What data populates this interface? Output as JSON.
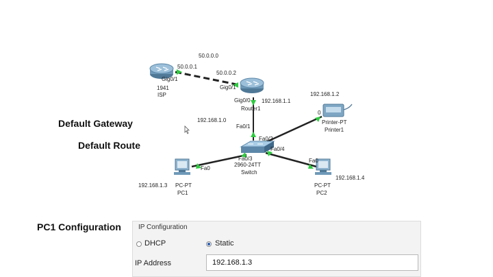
{
  "labels": {
    "net_isp": "50.0.0.0",
    "isp_ip": "50.0.0.1",
    "router_ip": "50.0.0.2",
    "isp_port": "Gig0/1",
    "isp_model": "1941",
    "isp_name": "ISP",
    "router_port_wan": "Gig0/1",
    "router_port_lan": "Gig0/0",
    "router_name": "Router1",
    "router_lan_ip": "192.168.1.1",
    "lan_net": "192.168.1.0",
    "switch_fa01": "Fa0/1",
    "switch_fa02": "Fa0/2",
    "switch_fa03": "Fa0/3",
    "switch_fa04": "Fa0/4",
    "switch_model": "2960-24TT",
    "switch_name": "Switch",
    "printer_ip": "192.168.1.2",
    "printer_port": "0",
    "printer_type": "Printer-PT",
    "printer_name": "Printer1",
    "pc1_port": "Fa0",
    "pc1_ip": "192.168.1.3",
    "pc1_type": "PC-PT",
    "pc1_name": "PC1",
    "pc2_port": "Fa0",
    "pc2_ip": "192.168.1.4",
    "pc2_type": "PC-PT",
    "pc2_name": "PC2"
  },
  "headings": {
    "default_gateway": "Default Gateway",
    "default_route": "Default Route",
    "pc1_config": "PC1 Configuration"
  },
  "ip_panel": {
    "title": "IP Configuration",
    "dhcp": "DHCP",
    "static": "Static",
    "ip_label": "IP Address",
    "ip_value": "192.168.1.3",
    "selected": "Static"
  },
  "colors": {
    "link": "#222222",
    "link_led": "#2ecc40",
    "device_blue": "#5c87a8",
    "radio_on": "#2a5db0"
  }
}
